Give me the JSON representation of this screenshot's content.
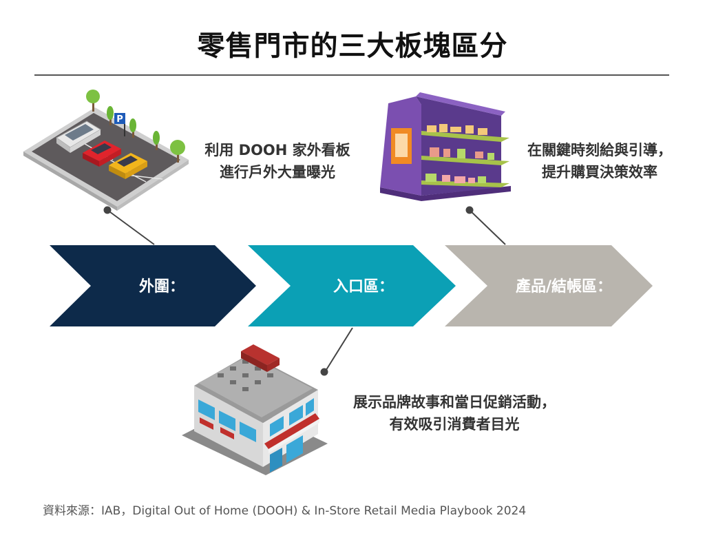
{
  "title": "零售門市的三大板塊區分",
  "stages": [
    {
      "label": "外圍：",
      "color": "#0d2a4a",
      "caption_line1": "利用 DOOH 家外看板",
      "caption_line2": "進行戶外大量曝光"
    },
    {
      "label": "入口區：",
      "color": "#0ba0b5",
      "caption_line1": "展示品牌故事和當日促銷活動，",
      "caption_line2": "有效吸引消費者目光"
    },
    {
      "label": "產品/結帳區：",
      "color": "#b9b5ae",
      "caption_line1": "在關鍵時刻給與引導，",
      "caption_line2": "提升購買決策效率"
    }
  ],
  "illustrations": {
    "outer": "parking-lot-icon",
    "entry": "storefront-icon",
    "product": "store-shelf-icon",
    "parking_sign": "P"
  },
  "source": "資料來源：IAB，Digital Out of Home (DOOH) & In-Store Retail Media Playbook 2024"
}
